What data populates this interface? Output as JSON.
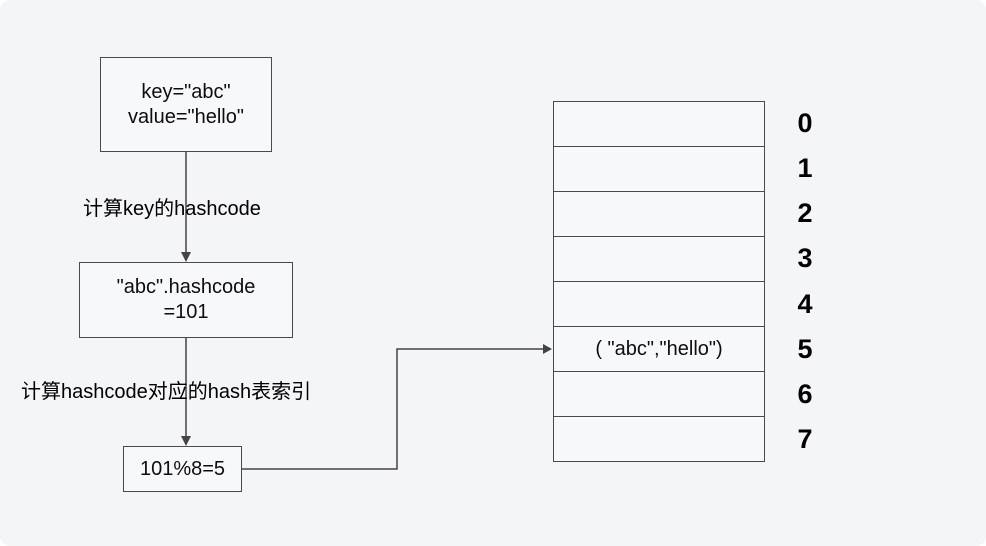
{
  "colors": {
    "background": "#f4f5f7",
    "line": "#444444",
    "text": "#0d0d0d"
  },
  "flow": {
    "input_box": {
      "line1": "key=\"abc\"",
      "line2": "value=\"hello\""
    },
    "step1_label": "计算key的hashcode",
    "hashcode_box": {
      "line1": "\"abc\".hashcode",
      "line2": "=101"
    },
    "step2_label": "计算hashcode对应的hash表索引",
    "modulo_box": {
      "text": "101%8=5"
    }
  },
  "hash_table": {
    "rows": [
      {
        "index": "0",
        "content": ""
      },
      {
        "index": "1",
        "content": ""
      },
      {
        "index": "2",
        "content": ""
      },
      {
        "index": "3",
        "content": ""
      },
      {
        "index": "4",
        "content": ""
      },
      {
        "index": "5",
        "content": "( \"abc\",\"hello\")"
      },
      {
        "index": "6",
        "content": ""
      },
      {
        "index": "7",
        "content": ""
      }
    ]
  }
}
